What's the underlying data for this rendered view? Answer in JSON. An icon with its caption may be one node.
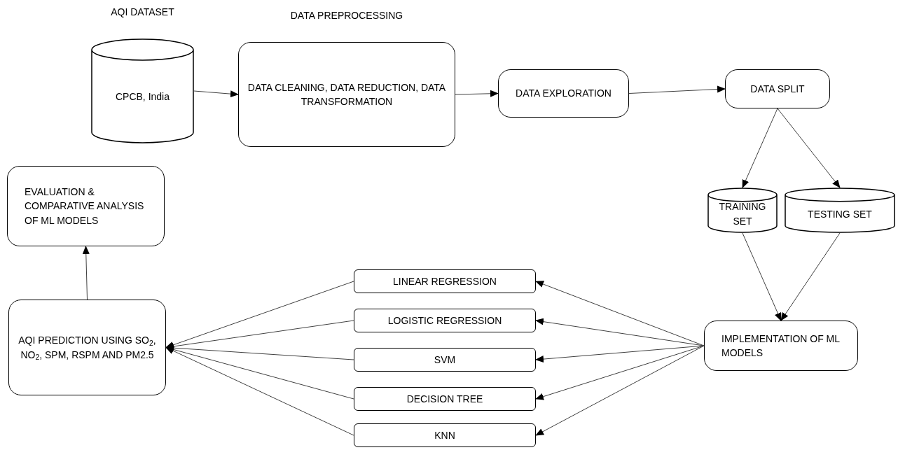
{
  "diagram": {
    "nodes": [
      {
        "text": [
          "AQI DATASET",
          "CPCB, India"
        ]
      },
      {
        "text": [
          "DATA PREPROCESSING",
          "DATA CLEANING, DATA REDUCTION, DATA TRANSFORMATION"
        ]
      },
      {
        "text": [
          "DATA EXPLORATION"
        ]
      },
      {
        "text": [
          "DATA SPLIT"
        ]
      },
      {
        "text": [
          "TRAINING SET"
        ]
      },
      {
        "text": [
          "TESTING SET"
        ]
      },
      {
        "text": [
          "IMPLEMENTATION OF ML MODELS"
        ]
      },
      {
        "text": [
          "LINEAR REGRESSION"
        ]
      },
      {
        "text": [
          "LOGISTIC REGRESSION"
        ]
      },
      {
        "text": [
          "SVM"
        ]
      },
      {
        "text": [
          "DECISION TREE"
        ]
      },
      {
        "text": [
          "KNN"
        ]
      },
      {
        "text": [
          "AQI PREDICTION USING SO$_{2}$, NO$_{2}$, SPM, RSPM AND PM2.5"
        ]
      },
      {
        "text": [
          "EVALUATION & COMPARATIVE ANALYSIS OF ML MODELS"
        ]
      }
    ],
    "edges": [
      {
        "from": 0,
        "to": 1,
        "arrow": "to"
      },
      {
        "from": 1,
        "to": 2,
        "arrow": "to"
      },
      {
        "from": 2,
        "to": 3,
        "arrow": "to"
      },
      {
        "from": 3,
        "to": 4,
        "arrow": "to"
      },
      {
        "from": 3,
        "to": 5,
        "arrow": "to"
      },
      {
        "from": 4,
        "to": 6,
        "arrow": "to"
      },
      {
        "from": 5,
        "to": 6,
        "arrow": "to"
      },
      {
        "from": 6,
        "to": 7,
        "arrow": "to"
      },
      {
        "from": 6,
        "to": 8,
        "arrow": "to"
      },
      {
        "from": 6,
        "to": 9,
        "arrow": "to"
      },
      {
        "from": 6,
        "to": 10,
        "arrow": "to"
      },
      {
        "from": 6,
        "to": 11,
        "arrow": "to"
      },
      {
        "from": 7,
        "to": 12,
        "arrow": "to"
      },
      {
        "from": 8,
        "to": 12,
        "arrow": "to"
      },
      {
        "from": 9,
        "to": 12,
        "arrow": "to"
      },
      {
        "from": 10,
        "to": 12,
        "arrow": "to"
      },
      {
        "from": 11,
        "to": 12,
        "arrow": "to"
      },
      {
        "from": 12,
        "to": 13,
        "arrow": "to"
      }
    ]
  }
}
